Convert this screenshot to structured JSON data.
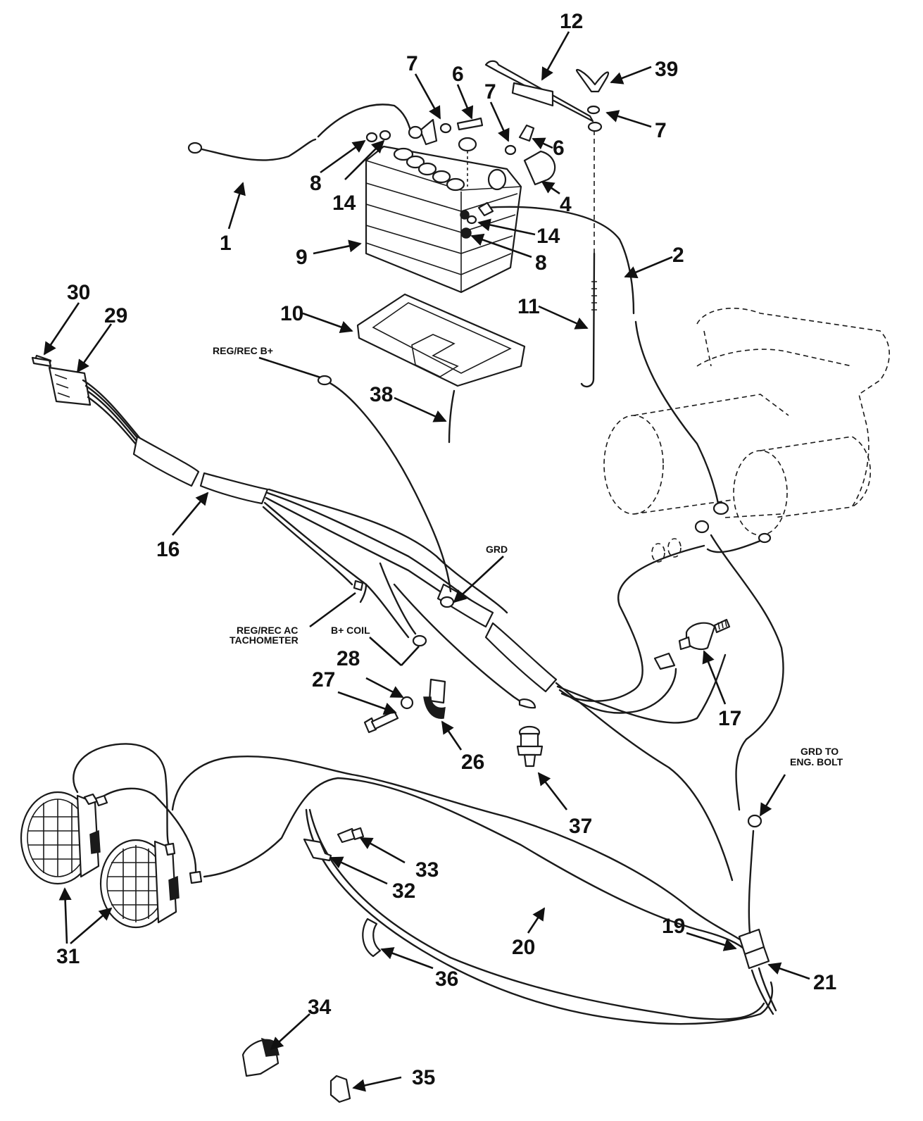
{
  "callouts": {
    "c1": "1",
    "c2": "2",
    "c4": "4",
    "c6a": "6",
    "c6b": "6",
    "c7a": "7",
    "c7b": "7",
    "c7c": "7",
    "c8a": "8",
    "c8b": "8",
    "c9": "9",
    "c10": "10",
    "c11": "11",
    "c12": "12",
    "c14a": "14",
    "c14b": "14",
    "c16": "16",
    "c17": "17",
    "c19": "19",
    "c20": "20",
    "c21": "21",
    "c26": "26",
    "c27": "27",
    "c28": "28",
    "c29": "29",
    "c30": "30",
    "c31": "31",
    "c32": "32",
    "c33": "33",
    "c34": "34",
    "c35": "35",
    "c36": "36",
    "c37": "37",
    "c38": "38",
    "c39": "39"
  },
  "labels": {
    "reg_rec_b": "REG/REC B+",
    "grd": "GRD",
    "reg_rec_ac": "REG/REC AC",
    "tachometer": "TACHOMETER",
    "b_coil": "B+ COIL",
    "grd_to": "GRD TO",
    "eng_bolt": "ENG. BOLT"
  }
}
